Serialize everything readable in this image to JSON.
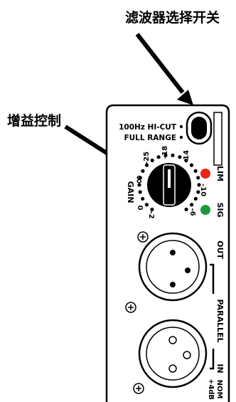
{
  "callouts": {
    "filter_switch": "滤波器选择开关",
    "gain_control": "增益控制"
  },
  "filter_switch": {
    "option_hicut": "100Hz HI-CUT",
    "option_fullrange": "FULL RANGE"
  },
  "gain": {
    "label": "GAIN",
    "scale": [
      "∞",
      "0",
      "-2",
      "-6",
      "-10",
      "-14",
      "-18",
      "-25"
    ]
  },
  "indicators": {
    "lim": {
      "label": "LIM",
      "color": "#e8241c"
    },
    "sig": {
      "label": "SIG",
      "color": "#1a9b3c"
    }
  },
  "connectors": {
    "out_label": "OUT",
    "parallel_label": "PARALLEL",
    "in_label": "IN",
    "nom_label": "NOM",
    "nom_level": "+4dB"
  }
}
